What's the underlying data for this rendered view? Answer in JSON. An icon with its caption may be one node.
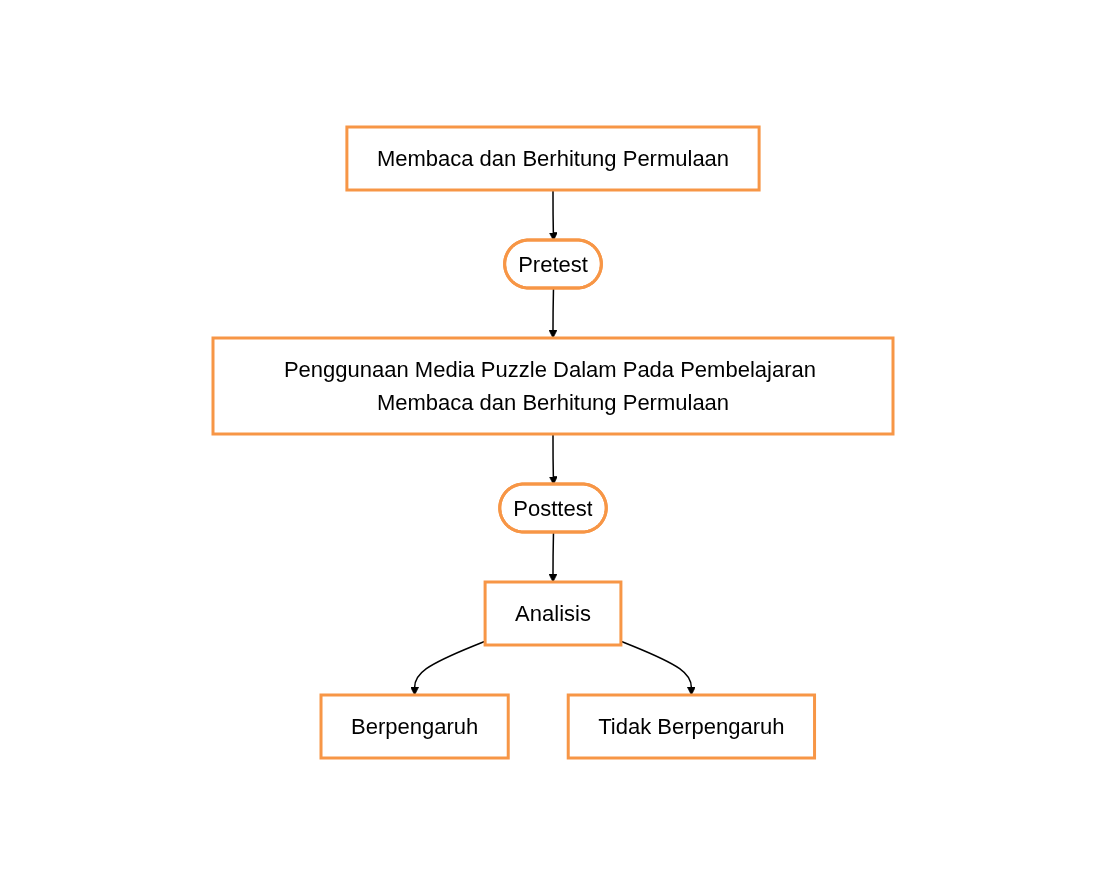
{
  "diagram": {
    "nodes": [
      {
        "text": [
          "Membaca dan Berhitung Permulaan"
        ]
      },
      {
        "text": [
          "Pretest"
        ]
      },
      {
        "text": [
          "Penggunaan Media Puzzle Dalam Pada Pembelajaran Membaca dan Berhitung Permulaan"
        ]
      },
      {
        "text": [
          "Posttest"
        ]
      },
      {
        "text": [
          "Analisis"
        ]
      },
      {
        "text": [
          "Berpengaruh"
        ]
      },
      {
        "text": [
          "Tidak Berpengaruh"
        ]
      }
    ],
    "edges": [
      {
        "from": 0,
        "to": 1,
        "arrow": "to"
      },
      {
        "from": 1,
        "to": 2,
        "arrow": "to"
      },
      {
        "from": 2,
        "to": 3,
        "arrow": "to"
      },
      {
        "from": 3,
        "to": 4,
        "arrow": "to"
      },
      {
        "from": 4,
        "to": 5,
        "arrow": "to"
      },
      {
        "from": 4,
        "to": 6,
        "arrow": "to"
      }
    ]
  }
}
